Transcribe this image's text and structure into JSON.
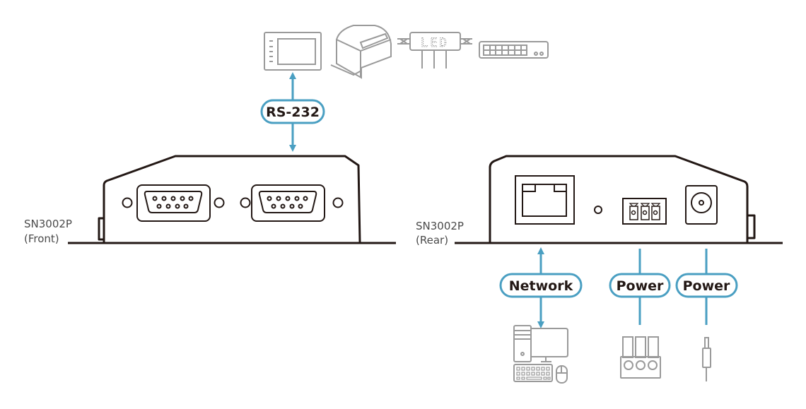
{
  "front": {
    "model": "SN3002P",
    "side": "(Front)"
  },
  "rear": {
    "model": "SN3002P",
    "side": "(Rear)"
  },
  "labels": {
    "rs232": "RS-232",
    "network": "Network",
    "power1": "Power",
    "power2": "Power"
  },
  "icons": {
    "led_sign": "LED",
    "devices": [
      "touch-panel-icon",
      "printer-icon",
      "led-sign-icon",
      "network-switch-icon",
      "computer-icon",
      "terminal-block-icon",
      "dc-plug-icon"
    ]
  },
  "colors": {
    "accent": "#4a9fc2",
    "device_outline": "#231815",
    "peripheral": "#9a9a9a"
  }
}
